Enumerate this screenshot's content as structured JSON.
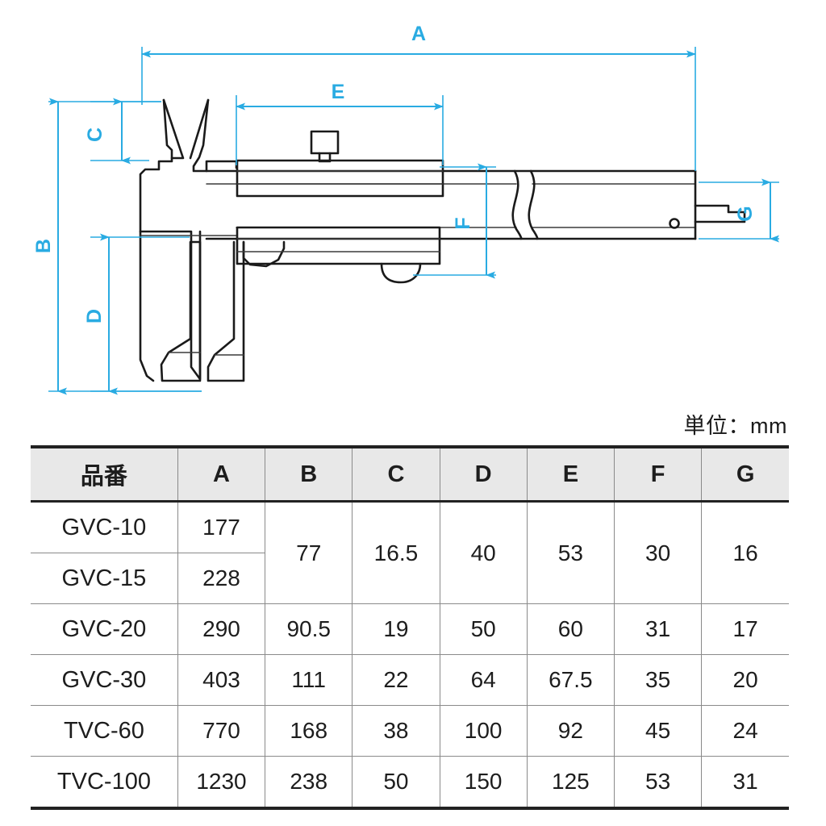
{
  "drawing": {
    "title": "vernier caliper outline drawing",
    "accent_color": "#29abe2",
    "line_color": "#1a1a1a",
    "dimension_labels": [
      {
        "id": "A",
        "text": "A",
        "meaning": "overall length"
      },
      {
        "id": "B",
        "text": "B",
        "meaning": "overall height"
      },
      {
        "id": "C",
        "text": "C",
        "meaning": "upper (inside) jaw height"
      },
      {
        "id": "D",
        "text": "D",
        "meaning": "lower (outside) jaw depth"
      },
      {
        "id": "E",
        "text": "E",
        "meaning": "slider length"
      },
      {
        "id": "F",
        "text": "F",
        "meaning": "slider height"
      },
      {
        "id": "G",
        "text": "G",
        "meaning": "beam width"
      }
    ]
  },
  "unit_note": "単位：mm",
  "table": {
    "headers": [
      "品番",
      "A",
      "B",
      "C",
      "D",
      "E",
      "F",
      "G"
    ],
    "rows": [
      {
        "model": "GVC-10",
        "A": "177",
        "B": "77",
        "C": "16.5",
        "D": "40",
        "E": "53",
        "F": "30",
        "G": "16"
      },
      {
        "model": "GVC-15",
        "A": "228",
        "B": "77",
        "C": "16.5",
        "D": "40",
        "E": "53",
        "F": "30",
        "G": "16"
      },
      {
        "model": "GVC-20",
        "A": "290",
        "B": "90.5",
        "C": "19",
        "D": "50",
        "E": "60",
        "F": "31",
        "G": "17"
      },
      {
        "model": "GVC-30",
        "A": "403",
        "B": "111",
        "C": "22",
        "D": "64",
        "E": "67.5",
        "F": "35",
        "G": "20"
      },
      {
        "model": "TVC-60",
        "A": "770",
        "B": "168",
        "C": "38",
        "D": "100",
        "E": "92",
        "F": "45",
        "G": "24"
      },
      {
        "model": "TVC-100",
        "A": "1230",
        "B": "238",
        "C": "50",
        "D": "150",
        "E": "125",
        "F": "53",
        "G": "31"
      }
    ],
    "merged_cells": [
      {
        "column": "B",
        "rows": [
          0,
          1
        ],
        "value": "77"
      },
      {
        "column": "C",
        "rows": [
          0,
          1
        ],
        "value": "16.5"
      },
      {
        "column": "D",
        "rows": [
          0,
          1
        ],
        "value": "40"
      },
      {
        "column": "E",
        "rows": [
          0,
          1
        ],
        "value": "53"
      },
      {
        "column": "F",
        "rows": [
          0,
          1
        ],
        "value": "30"
      },
      {
        "column": "G",
        "rows": [
          0,
          1
        ],
        "value": "16"
      }
    ]
  },
  "chart_data": {
    "type": "table",
    "title": "Vernier caliper dimensions",
    "categories": [
      "GVC-10",
      "GVC-15",
      "GVC-20",
      "GVC-30",
      "TVC-60",
      "TVC-100"
    ],
    "series": [
      {
        "name": "A",
        "values": [
          177,
          228,
          290,
          403,
          770,
          1230
        ]
      },
      {
        "name": "B",
        "values": [
          77,
          77,
          90.5,
          111,
          168,
          238
        ]
      },
      {
        "name": "C",
        "values": [
          16.5,
          16.5,
          19,
          22,
          38,
          50
        ]
      },
      {
        "name": "D",
        "values": [
          40,
          40,
          50,
          64,
          100,
          150
        ]
      },
      {
        "name": "E",
        "values": [
          53,
          53,
          60,
          67.5,
          92,
          125
        ]
      },
      {
        "name": "F",
        "values": [
          30,
          30,
          31,
          35,
          45,
          53
        ]
      },
      {
        "name": "G",
        "values": [
          16,
          16,
          17,
          20,
          24,
          31
        ]
      }
    ],
    "xlabel": "品番",
    "ylabel": "mm",
    "unit": "mm"
  }
}
